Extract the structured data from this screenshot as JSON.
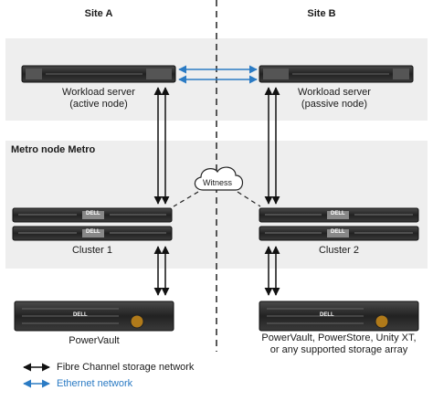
{
  "sites": {
    "a": "Site A",
    "b": "Site B"
  },
  "zones": {
    "metro_title": "Metro node Metro"
  },
  "workload_servers": {
    "a": {
      "line1": "Workload server",
      "line2": "(active node)"
    },
    "b": {
      "line1": "Workload server",
      "line2": "(passive node)"
    }
  },
  "witness_label": "Witness",
  "clusters": {
    "a": {
      "label": "Cluster 1",
      "badge": "DELL"
    },
    "b": {
      "label": "Cluster 2",
      "badge": "DELL"
    }
  },
  "storage": {
    "a": {
      "line1": "PowerVault",
      "badge": "DELL"
    },
    "b": {
      "line1": "PowerVault, PowerStore, Unity XT,",
      "line2": "or any supported storage array",
      "badge": "DELL"
    }
  },
  "legend": {
    "fibre_channel": "Fibre Channel storage network",
    "ethernet": "Ethernet network"
  },
  "colors": {
    "zone_fill": "#eeeeee",
    "ethernet": "#2b7bc4",
    "fibre_channel": "#111111",
    "ethernet_label": "#2b7bc4"
  }
}
